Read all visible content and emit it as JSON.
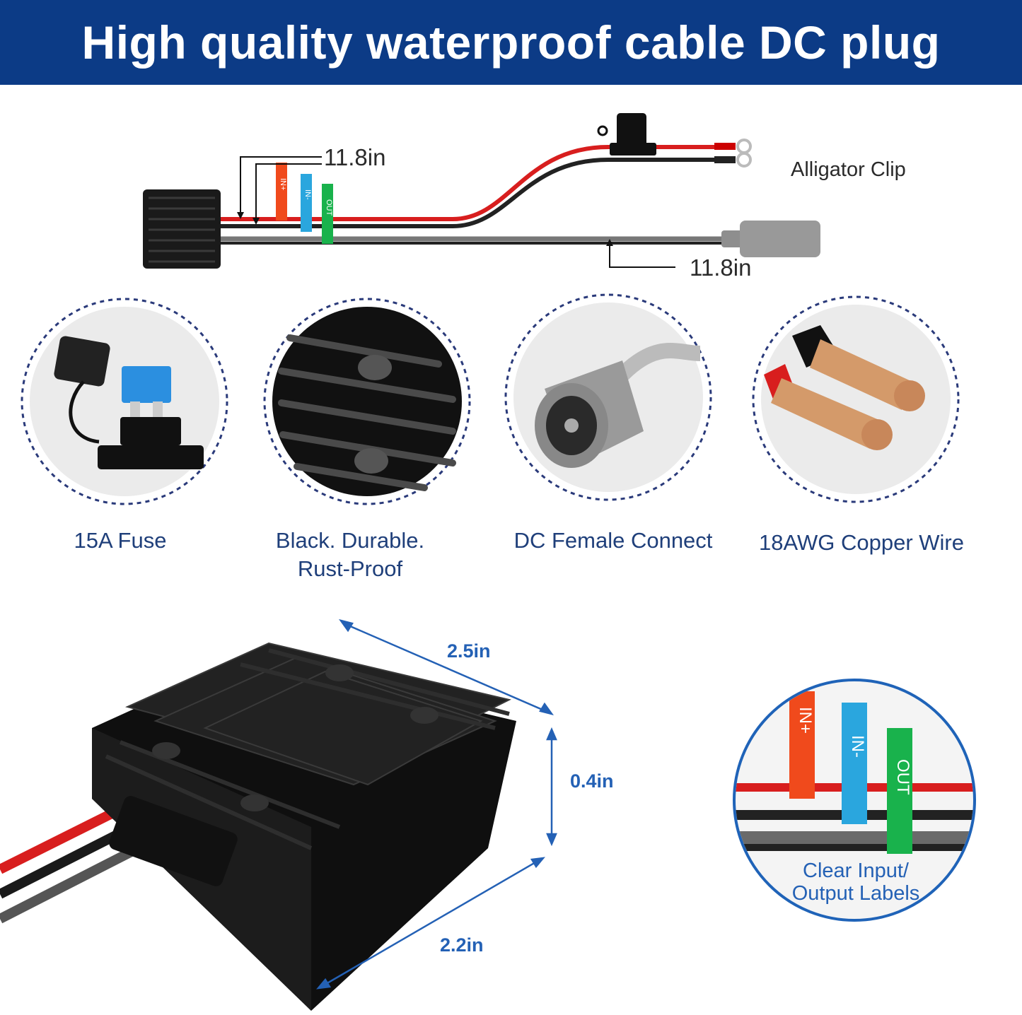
{
  "banner": {
    "title": "High quality waterproof cable DC plug",
    "background": "#0c3b86"
  },
  "cable_diagram": {
    "length_top": "11.8in",
    "length_bottom": "11.8in",
    "alligator_label": "Alligator Clip",
    "tags": [
      {
        "text": "IN+",
        "color": "#f04a1c"
      },
      {
        "text": "IN-",
        "color": "#2aa6de"
      },
      {
        "text": "OUT",
        "color": "#19b24c"
      }
    ]
  },
  "features": [
    {
      "label": "15A Fuse",
      "icon": "fuse-icon"
    },
    {
      "label": "Black. Durable.",
      "label2": "Rust-Proof",
      "icon": "heatsink-icon"
    },
    {
      "label": "DC Female Connect",
      "icon": "dc-connector-icon"
    },
    {
      "label": "18AWG Copper Wire",
      "icon": "copper-wire-icon"
    }
  ],
  "dimensions": {
    "length": "2.5in",
    "height": "0.4in",
    "width": "2.2in"
  },
  "labels_callout": {
    "line1": "Clear Input/",
    "line2": "Output Labels",
    "tags": [
      {
        "text": "IN+",
        "color": "#f04a1c"
      },
      {
        "text": "IN-",
        "color": "#2aa6de"
      },
      {
        "text": "OUT",
        "color": "#19b24c"
      }
    ]
  }
}
